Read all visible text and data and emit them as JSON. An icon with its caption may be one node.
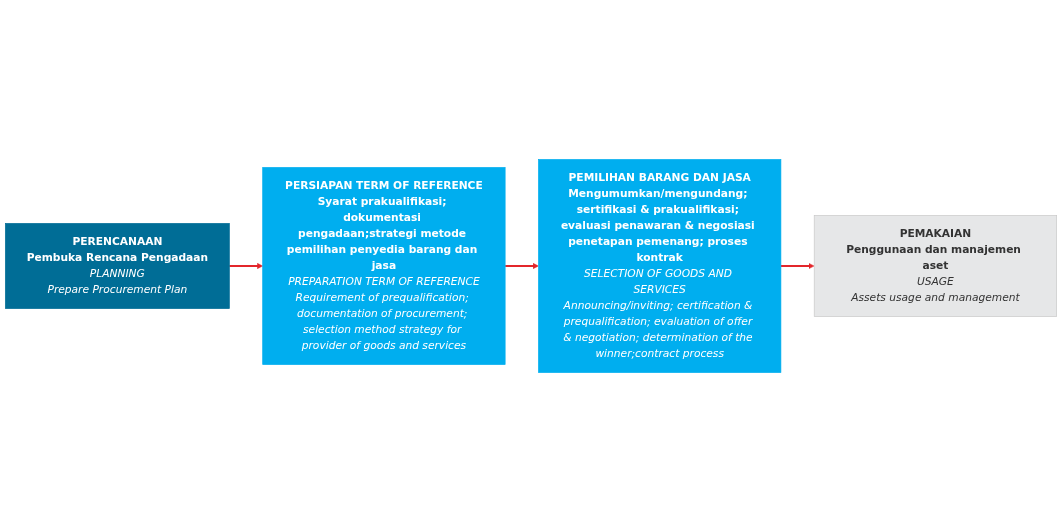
{
  "diagram": {
    "nodes": [
      {
        "text": [
          "PERENCANAAN",
          "Pembuka Rencana Pengadaan",
          "PLANNING",
          "Prepare Procurement Plan"
        ]
      },
      {
        "text": [
          "PERSIAPAN TERM OF REFERENCE",
          "Syarat prakualifikasi; dokumentasi pengadaan;strategi metode pemilihan penyedia barang dan jasa",
          "PREPARATION TERM OF REFERENCE",
          "Requirement of prequalification; documentation of procurement; selection method strategy for provider of goods and services"
        ]
      },
      {
        "text": [
          "PEMILIHAN BARANG DAN JASA",
          "Mengumumkan/mengundang; sertifikasi & prakualifikasi; evaluasi penawaran & negosiasi penetapan pemenang; proses kontrak",
          "SELECTION OF GOODS AND SERVICES",
          "Announcing/inviting; certification & prequalification; evaluation of offer & negotiation; determination of the winner;contract process"
        ]
      },
      {
        "text": [
          "PEMAKAIAN",
          "Penggunaan dan manajemen aset",
          "USAGE",
          "Assets usage and management"
        ]
      }
    ],
    "edges": [
      {
        "from": 0,
        "to": 1,
        "arrow": "to",
        "color": "#e3262b"
      },
      {
        "from": 1,
        "to": 2,
        "arrow": "to",
        "color": "#e3262b"
      },
      {
        "from": 2,
        "to": 3,
        "arrow": "to",
        "color": "#e3262b"
      }
    ]
  }
}
